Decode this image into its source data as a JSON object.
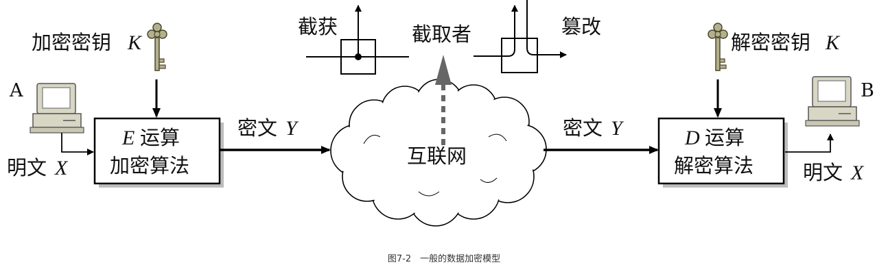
{
  "sender": {
    "label": "A",
    "key_label": "加密密钥",
    "key_var": "K",
    "plaintext_label": "明文",
    "plaintext_var": "X",
    "box_var": "E",
    "box_line1": "运算",
    "box_line2": "加密算法"
  },
  "channel": {
    "ciphertext_left_label": "密文",
    "ciphertext_left_var": "Y",
    "ciphertext_right_label": "密文",
    "ciphertext_right_var": "Y",
    "cloud_label": "互联网",
    "interceptor_label": "截取者",
    "intercept_label": "截获",
    "tamper_label": "篡改"
  },
  "receiver": {
    "label": "B",
    "key_label": "解密密钥",
    "key_var": "K",
    "plaintext_label": "明文",
    "plaintext_var": "X",
    "box_var": "D",
    "box_line1": "运算",
    "box_line2": "解密算法"
  },
  "caption": "图7-2　一般的数据加密模型",
  "colors": {
    "line": "#000000",
    "box_shadow": "#bdbdbd",
    "cloud_fill": "#ffffff",
    "dashed_arrow": "#666666",
    "key_fill": "#b5b08c",
    "computer_body": "#d8d6c4"
  },
  "icons": [
    "computer-icon",
    "key-icon",
    "cloud-icon"
  ]
}
